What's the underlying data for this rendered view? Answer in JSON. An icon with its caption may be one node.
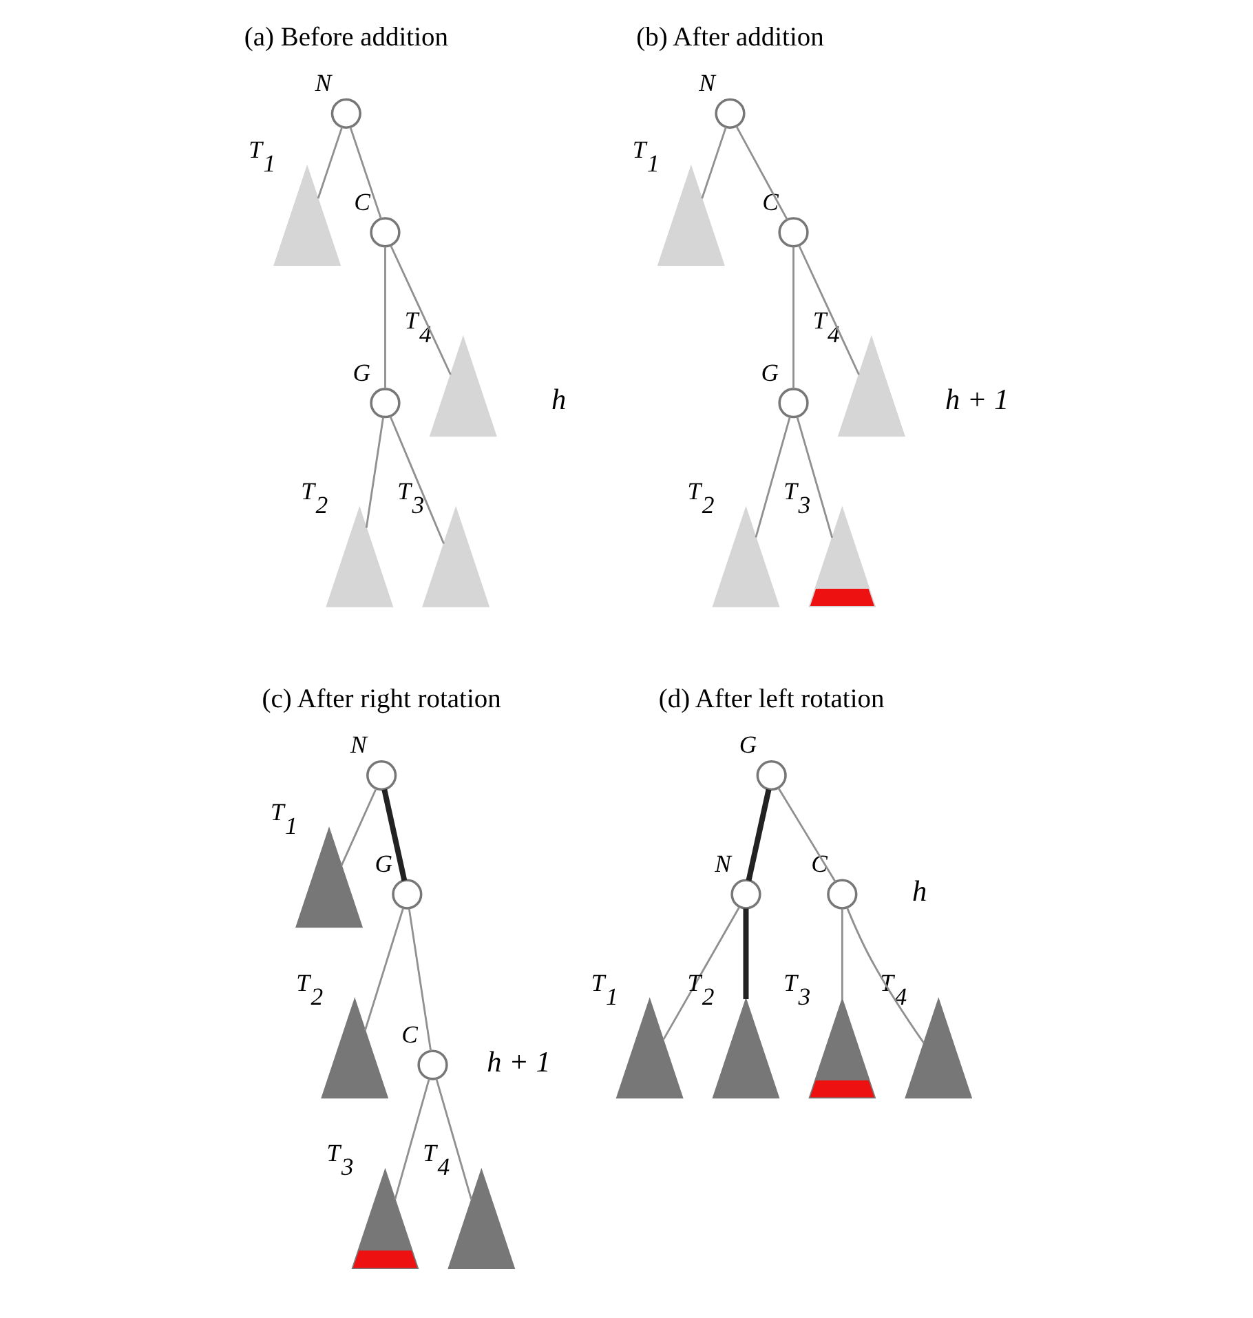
{
  "diagram": {
    "nodes": [
      {
        "text": [],
        "shape": "circle",
        "beside": [
          "N"
        ]
      },
      {
        "text": [],
        "shape": "circle",
        "beside": [
          "C"
        ]
      },
      {
        "text": [],
        "shape": "circle",
        "beside": [
          "G"
        ]
      },
      {
        "text": [],
        "shape": "triangle",
        "beside": [
          "T$_{1}$"
        ]
      },
      {
        "text": [],
        "shape": "triangle",
        "beside": [
          "T$_{2}$"
        ]
      },
      {
        "text": [],
        "shape": "triangle",
        "beside": [
          "T$_{3}$"
        ]
      },
      {
        "text": [],
        "shape": "triangle",
        "beside": [
          "T$_{4}$"
        ]
      },
      {
        "text": [],
        "shape": "circle",
        "beside": [
          "N"
        ]
      },
      {
        "text": [],
        "shape": "circle",
        "beside": [
          "C"
        ]
      },
      {
        "text": [],
        "shape": "circle",
        "beside": [
          "G"
        ]
      },
      {
        "text": [],
        "shape": "triangle",
        "beside": [
          "T$_{1}$"
        ]
      },
      {
        "text": [],
        "shape": "triangle",
        "beside": [
          "T$_{2}$"
        ]
      },
      {
        "text": [],
        "shape": "triangle",
        "beside": [
          "T$_{3}$"
        ]
      },
      {
        "text": [],
        "shape": "triangle",
        "beside": [
          "T$_{4}$"
        ]
      },
      {
        "text": [],
        "shape": "circle",
        "beside": [
          "N"
        ]
      },
      {
        "text": [],
        "shape": "circle",
        "beside": [
          "G"
        ]
      },
      {
        "text": [],
        "shape": "circle",
        "beside": [
          "C"
        ]
      },
      {
        "text": [],
        "shape": "triangle",
        "beside": [
          "T$_{1}$"
        ]
      },
      {
        "text": [],
        "shape": "triangle",
        "beside": [
          "T$_{2}$"
        ]
      },
      {
        "text": [],
        "shape": "triangle",
        "beside": [
          "T$_{3}$"
        ]
      },
      {
        "text": [],
        "shape": "triangle",
        "beside": [
          "T$_{4}$"
        ]
      },
      {
        "text": [],
        "shape": "circle",
        "beside": [
          "G"
        ]
      },
      {
        "text": [],
        "shape": "circle",
        "beside": [
          "N"
        ]
      },
      {
        "text": [],
        "shape": "circle",
        "beside": [
          "C"
        ]
      },
      {
        "text": [],
        "shape": "triangle",
        "beside": [
          "T$_{1}$"
        ]
      },
      {
        "text": [],
        "shape": "triangle",
        "beside": [
          "T$_{2}$"
        ]
      },
      {
        "text": [],
        "shape": "triangle",
        "beside": [
          "T$_{3}$"
        ]
      },
      {
        "text": [],
        "shape": "triangle",
        "beside": [
          "T$_{4}$"
        ]
      }
    ],
    "edges": [
      {
        "from": 0,
        "to": 3,
        "arrow": "none"
      },
      {
        "from": 0,
        "to": 1,
        "arrow": "none"
      },
      {
        "from": 1,
        "to": 2,
        "arrow": "none"
      },
      {
        "from": 1,
        "to": 6,
        "arrow": "none"
      },
      {
        "from": 2,
        "to": 4,
        "arrow": "none"
      },
      {
        "from": 2,
        "to": 5,
        "arrow": "none"
      },
      {
        "from": 7,
        "to": 10,
        "arrow": "none"
      },
      {
        "from": 7,
        "to": 8,
        "arrow": "none"
      },
      {
        "from": 8,
        "to": 9,
        "arrow": "none"
      },
      {
        "from": 8,
        "to": 13,
        "arrow": "none"
      },
      {
        "from": 9,
        "to": 11,
        "arrow": "none"
      },
      {
        "from": 9,
        "to": 12,
        "arrow": "none"
      },
      {
        "from": 14,
        "to": 17,
        "arrow": "none"
      },
      {
        "from": 14,
        "to": 15,
        "arrow": "none",
        "style": "thick",
        "color": "#222222"
      },
      {
        "from": 15,
        "to": 18,
        "arrow": "none"
      },
      {
        "from": 15,
        "to": 16,
        "arrow": "none"
      },
      {
        "from": 16,
        "to": 19,
        "arrow": "none"
      },
      {
        "from": 16,
        "to": 20,
        "arrow": "none"
      },
      {
        "from": 21,
        "to": 22,
        "arrow": "none",
        "style": "thick",
        "color": "#222222"
      },
      {
        "from": 21,
        "to": 23,
        "arrow": "none"
      },
      {
        "from": 22,
        "to": 24,
        "arrow": "none"
      },
      {
        "from": 22,
        "to": 25,
        "arrow": "none",
        "style": "thick",
        "color": "#222222"
      },
      {
        "from": 23,
        "to": 26,
        "arrow": "none"
      },
      {
        "from": 23,
        "to": 27,
        "arrow": "none"
      }
    ],
    "labels": [
      "(a) Before addition",
      "h",
      "(b) After addition",
      "h + 1",
      "(c) After right rotation",
      "h + 1",
      "(d) After left rotation",
      "h"
    ]
  }
}
